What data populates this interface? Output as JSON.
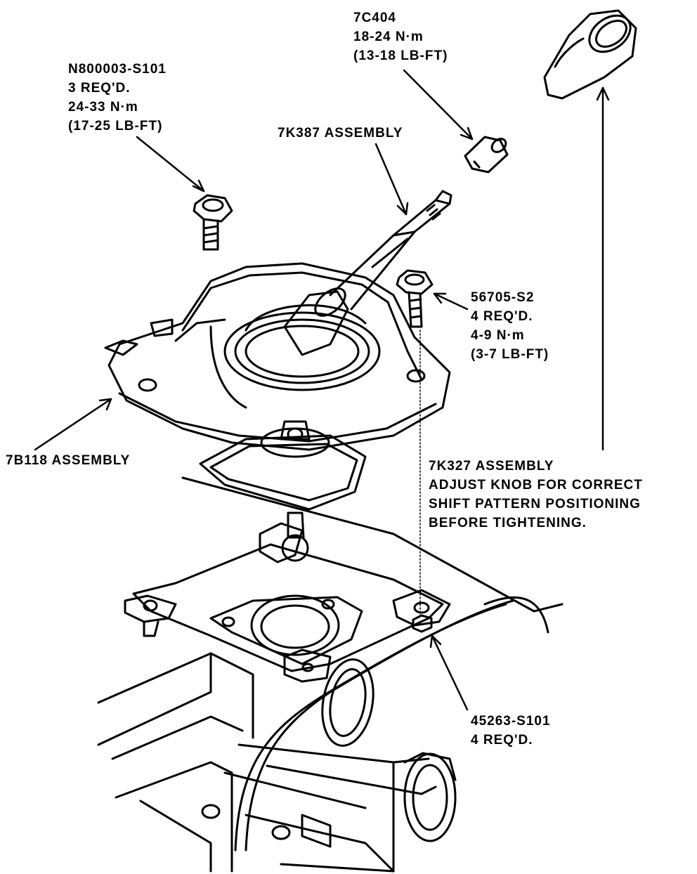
{
  "callouts": {
    "n800003": [
      "N800003-S101",
      "3 REQ'D.",
      "24-33 N·m",
      "(17-25 LB-FT)"
    ],
    "c7c404": [
      "7C404",
      "18-24 N·m",
      "(13-18 LB-FT)"
    ],
    "k387": [
      "7K387 ASSEMBLY"
    ],
    "s56705": [
      "56705-S2",
      "4 REQ'D.",
      "4-9 N·m",
      "(3-7 LB-FT)"
    ],
    "b118": [
      "7B118 ASSEMBLY"
    ],
    "k327": [
      "7K327 ASSEMBLY",
      "ADJUST KNOB FOR CORRECT",
      "SHIFT PATTERN POSITIONING",
      "BEFORE TIGHTENING."
    ],
    "s45263": [
      "45263-S101",
      "4 REQ'D."
    ]
  },
  "colors": {
    "ink": "#000000",
    "paper": "#ffffff"
  }
}
